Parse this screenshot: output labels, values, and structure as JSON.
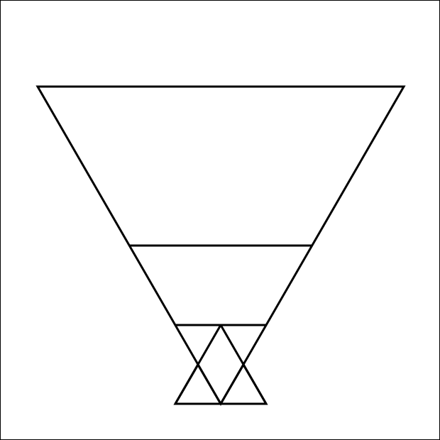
{
  "diagram": {
    "line_color": "#000000",
    "background_color": "#ffffff",
    "shapes": [
      "outer-inverted-triangle",
      "upper-cross-line",
      "middle-cross-line",
      "left-small-triangle",
      "right-small-triangle"
    ]
  }
}
